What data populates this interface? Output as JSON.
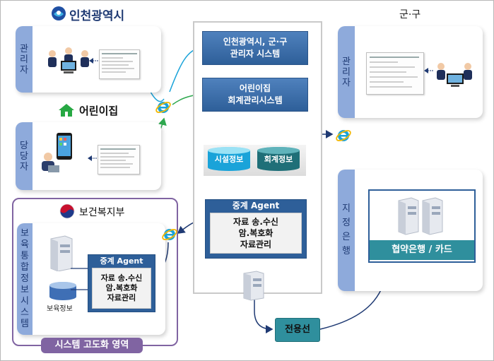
{
  "logos": {
    "incheon": "인천광역시",
    "daycare": "어린이집",
    "ministry": "보건복지부",
    "district": "군·구"
  },
  "left": {
    "admin_label": [
      "관",
      "리",
      "자"
    ],
    "staff_label": [
      "당",
      "당",
      "자"
    ],
    "childcare_system_label": [
      "보",
      "육",
      "통",
      "합",
      "정",
      "보",
      "시",
      "스",
      "템"
    ],
    "childcare_info": "보육정보",
    "agent_title": "중계 Agent",
    "agent_lines": [
      "자료 송.수신",
      "암.복호화",
      "자료관리"
    ],
    "upgrade_area": "시스템 고도화 영역"
  },
  "center": {
    "incheon_system": [
      "인천광역시, 군·구",
      "관리자 시스템"
    ],
    "daycare_system": [
      "어린이집",
      "회계관리시스템"
    ],
    "db_facility": "시설정보",
    "db_accounting": "회계정보",
    "agent_title": "중계 Agent",
    "agent_lines": [
      "자료 송.수신",
      "암.복호화",
      "자료관리"
    ],
    "dedicated_line": "전용선"
  },
  "right": {
    "admin_label": [
      "관",
      "리",
      "자"
    ],
    "bank_label": [
      "지",
      "정",
      "은",
      "행"
    ],
    "bank_box": "협약은행 / 카드"
  },
  "colors": {
    "accent_blue": "#2e5f99",
    "light_blue": "#8eaadb",
    "purple_border": "#8064a2",
    "teal": "#2f8f9d"
  }
}
